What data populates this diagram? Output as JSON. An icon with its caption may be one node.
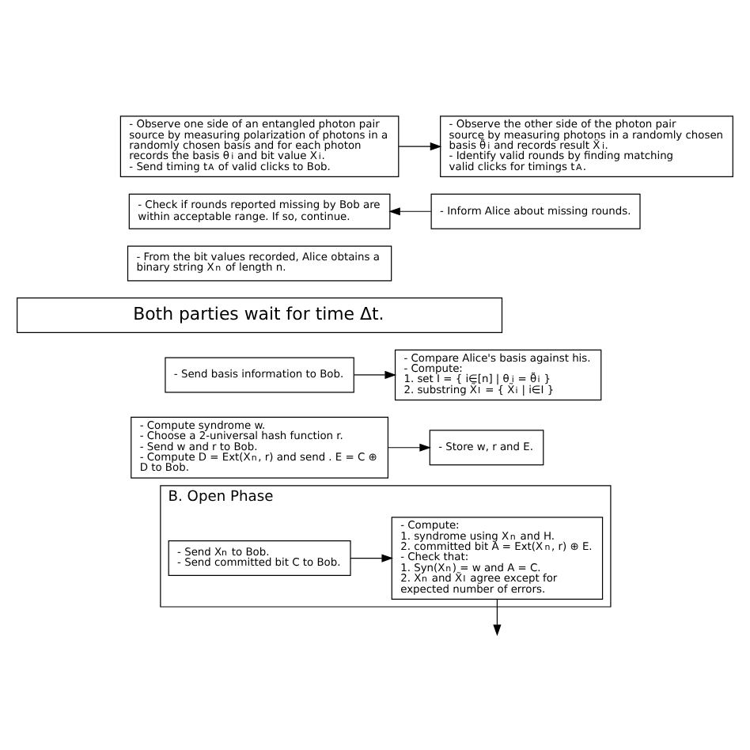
{
  "diagram": {
    "nodes": [
      {
        "text": [
          "- Observe one side of an entangled photon pair source by measuring polarization of photons in a randomly chosen basis and for each photon records the basis θ$_{i}$ and bit value X$_{i}$.",
          "- Send timing t$_{A}$ of valid clicks to Bob."
        ]
      },
      {
        "text": [
          "- Observe the other side of the photon pair source by measuring photons in a randomly chosen basis θ̃$_{i}$ and records result X̃$_{i}$.",
          "- Identify valid rounds by finding matching valid clicks for timings t$_{A}$."
        ]
      },
      {
        "text": [
          "- Check if rounds reported missing by Bob are within acceptable range. If so, continue."
        ]
      },
      {
        "text": [
          "- Inform Alice about missing rounds."
        ]
      },
      {
        "text": [
          "- From the bit values recorded, Alice obtains a binary string X$^{n}$ of length n."
        ]
      },
      {
        "text": [
          "Both parties wait for time Δt."
        ]
      },
      {
        "text": [
          "- Send basis information to Bob."
        ]
      },
      {
        "text": [
          "- Compare Alice's basis against his.",
          "- Compute:",
          "1. set I = { i∈[n] | θ$_{i}$ = θ̃$_{i}$ }",
          "2. substring X̃$_{I}$ = { X̃$_{i}$ | i∈I }"
        ]
      },
      {
        "text": [
          "- Compute syndrome w.",
          "- Choose a 2-universal hash function r.",
          "- Send w and r to Bob.",
          "- Compute D = Ext(X$^{n}$, r) and send . E = C ⊕ D to Bob."
        ]
      },
      {
        "text": [
          "- Store w, r and E."
        ]
      },
      {
        "text": [
          "B. Open Phase"
        ]
      },
      {
        "text": [
          "- Send X$^{n}$ to Bob.",
          "- Send committed bit C to Bob."
        ],
        "in": 10
      },
      {
        "text": [
          "- Compute:",
          "1. syndrome using X$^{n}$ and H.",
          "2. committed bit A = Ext(X$^{n}$, r) ⊕ E.",
          "- Check that:",
          "1. Syn(X$^{n}$) = w and A = C.",
          "2. X$^{n}$ and X̃$_{I}$ agree except for expected number of errors."
        ],
        "in": 10
      }
    ],
    "edges": [
      {
        "from": 0,
        "to": 1,
        "arrow": "to"
      },
      {
        "from": 3,
        "to": 2,
        "arrow": "to"
      },
      {
        "from": 6,
        "to": 7,
        "arrow": "to"
      },
      {
        "from": 8,
        "to": 9,
        "arrow": "to"
      },
      {
        "from": 11,
        "to": 12,
        "arrow": "to"
      },
      {
        "from": 12,
        "to": null,
        "arrow": "to"
      }
    ]
  }
}
